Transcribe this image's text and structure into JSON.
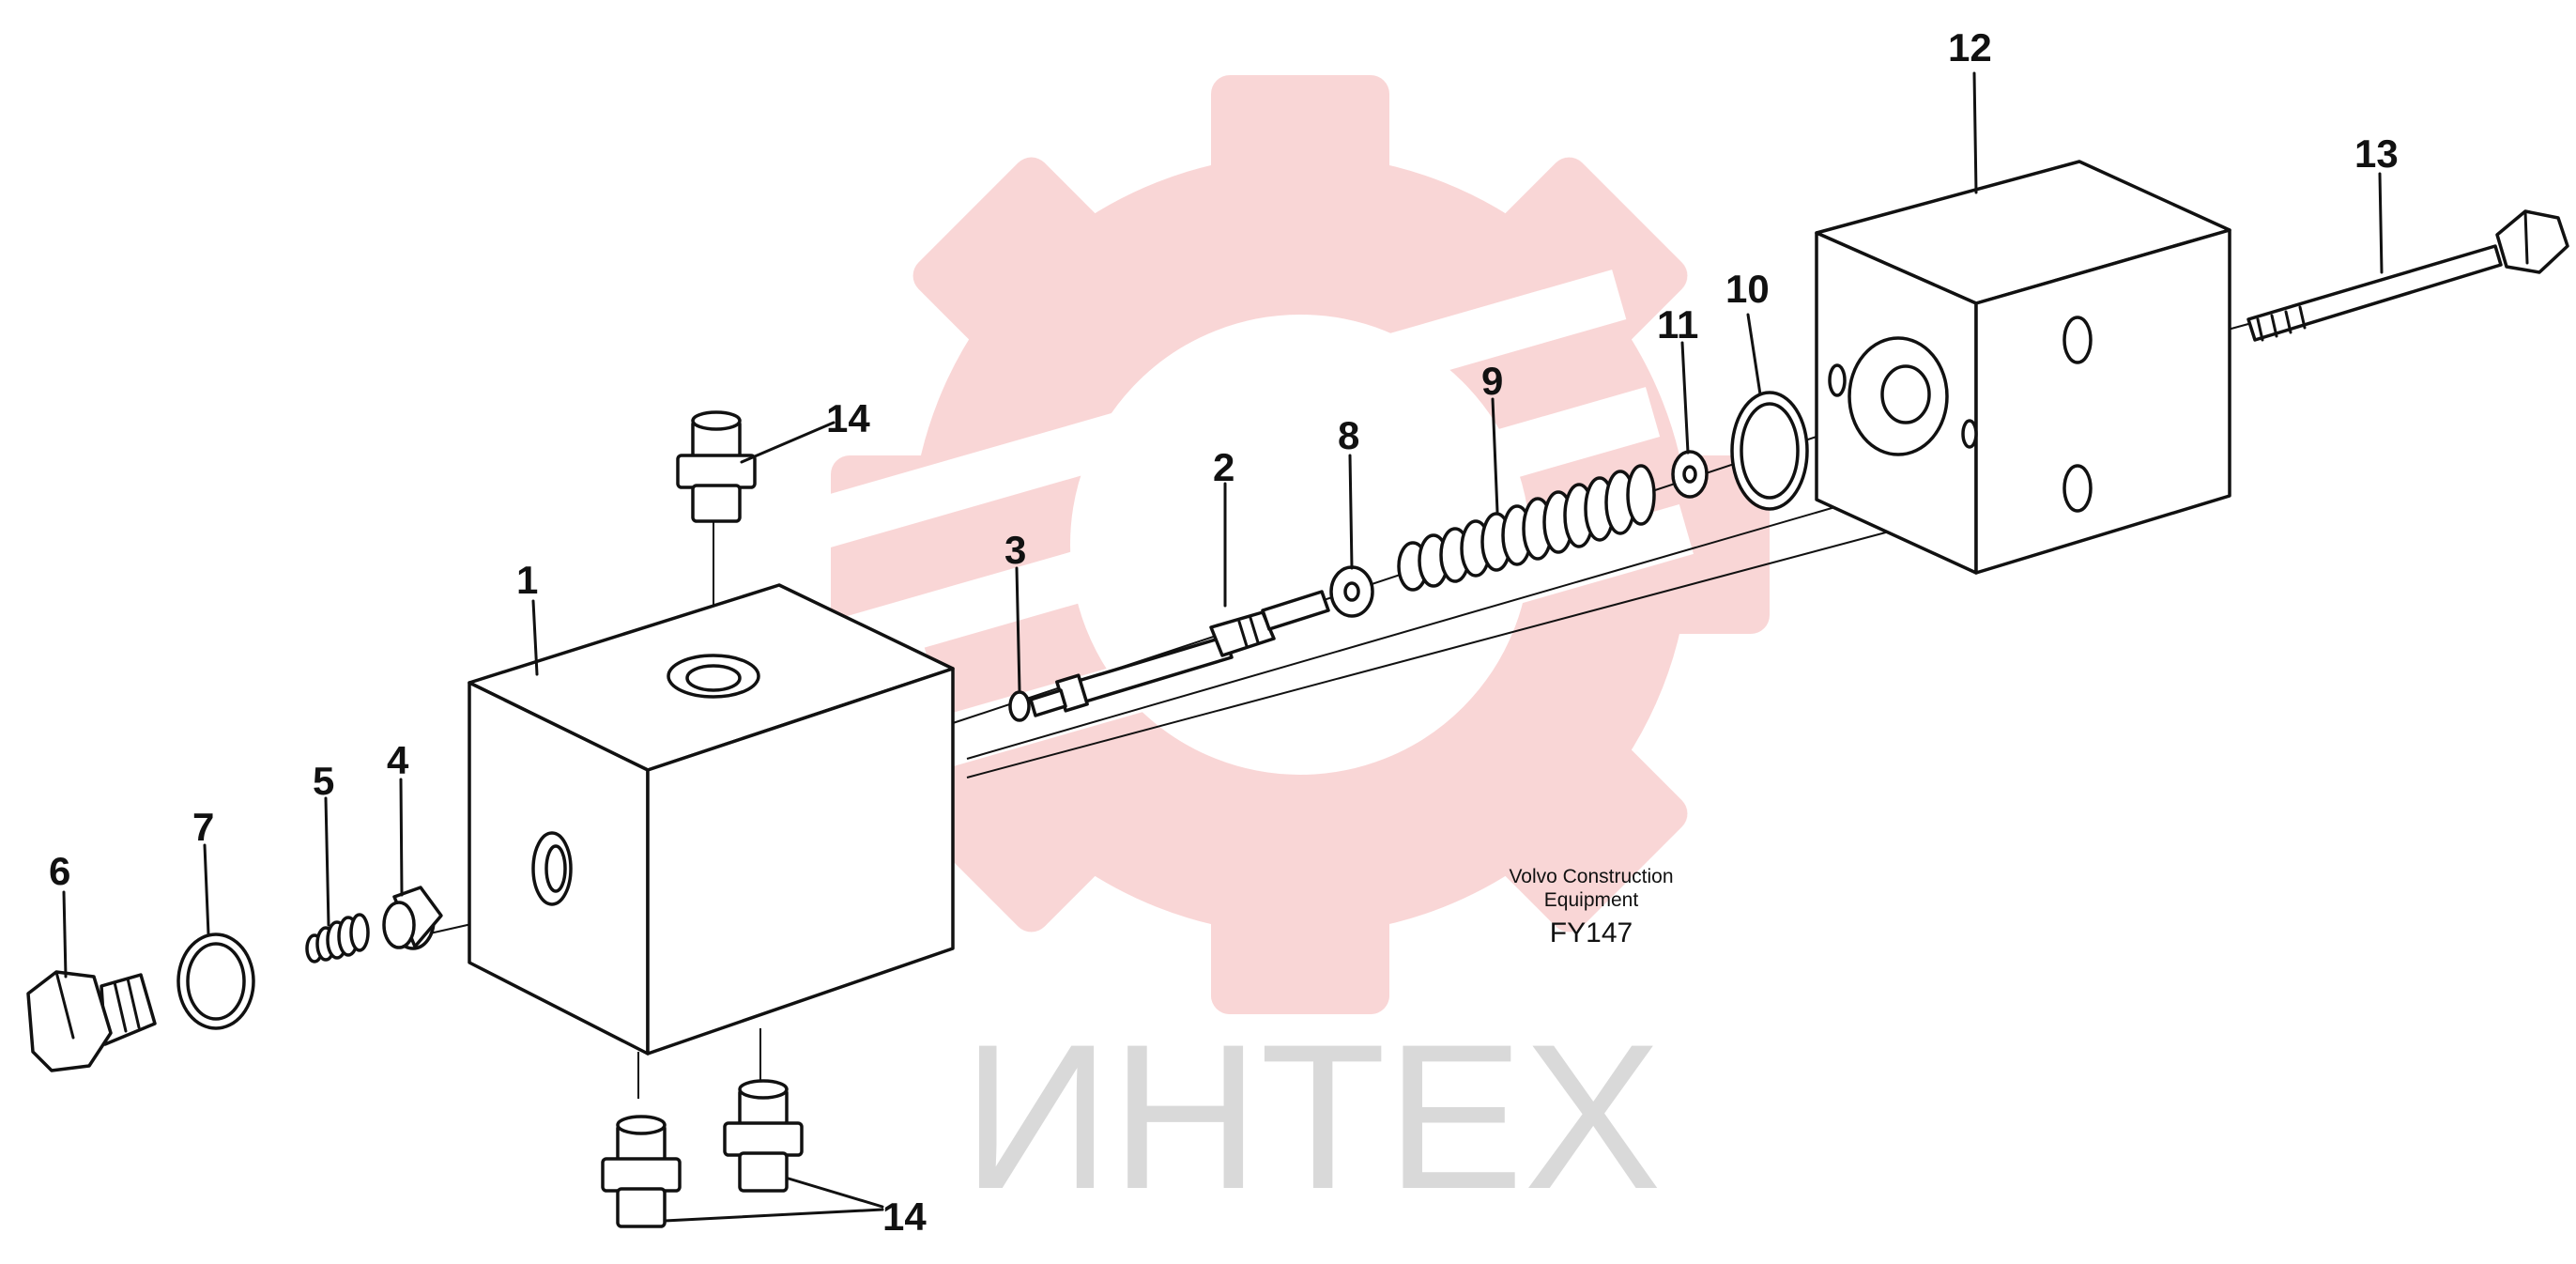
{
  "watermark": {
    "text": "ИНТЕХ",
    "logo_icon": "gear-logo-icon",
    "logo_color": "#f5b5b5",
    "text_color": "#d9d9d9"
  },
  "caption": {
    "line1": "Volvo Construction",
    "line2": "Equipment",
    "code": "FY147"
  },
  "callouts": {
    "c1": "1",
    "c2": "2",
    "c3": "3",
    "c4": "4",
    "c5": "5",
    "c6": "6",
    "c7": "7",
    "c8": "8",
    "c9": "9",
    "c10": "10",
    "c11": "11",
    "c12": "12",
    "c13": "13",
    "c14_top": "14",
    "c14_bottom": "14"
  }
}
